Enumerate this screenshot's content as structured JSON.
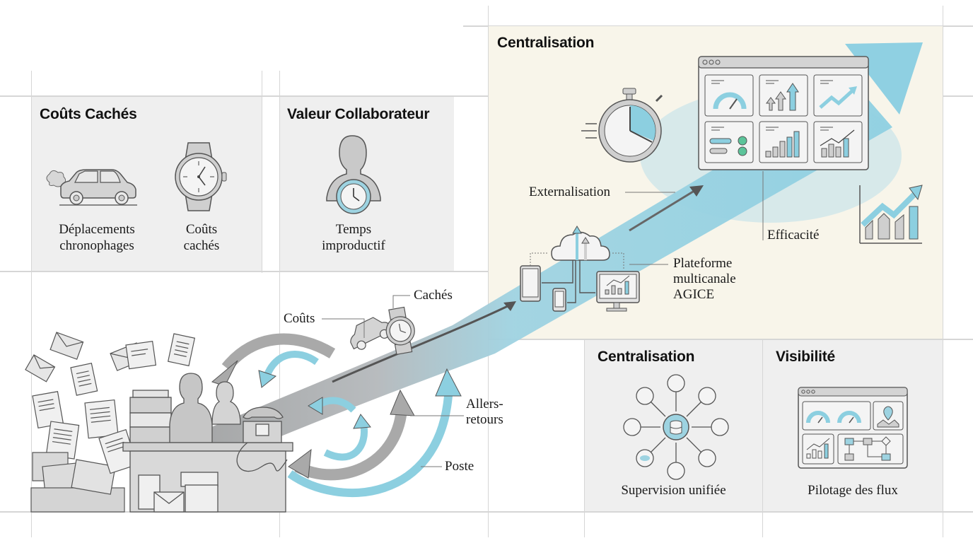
{
  "diagram": {
    "colors": {
      "accent_blue": "#8ccfe0",
      "accent_blue_dark": "#5fb3cb",
      "panel_gray": "#efefef",
      "panel_cream": "#f8f5ea",
      "line_gray": "#555555",
      "icon_gray": "#cfcfcf",
      "check_green": "#5cc49a"
    }
  },
  "panels": {
    "hidden_costs": {
      "title": "Coûts Cachés",
      "items": [
        {
          "icon": "car-icon",
          "caption_line1": "Déplacements",
          "caption_line2": "chronophages"
        },
        {
          "icon": "wristwatch-icon",
          "caption_line1": "Coûts",
          "caption_line2": "cachés"
        }
      ]
    },
    "employee_value": {
      "title": "Valeur Collaborateur",
      "item": {
        "icon": "person-clock-icon",
        "caption_line1": "Temps",
        "caption_line2": "improductif"
      }
    },
    "centralisation_top": {
      "title": "Centralisation",
      "labels": {
        "externalisation": "Externalisation",
        "efficacite": "Efficacité",
        "platform_line1": "Plateforme",
        "platform_line2": "multicanale",
        "platform_line3": "AGICE"
      }
    },
    "centralisation_bottom": {
      "title": "Centralisation",
      "caption": "Supervision unifiée"
    },
    "visibility": {
      "title": "Visibilité",
      "caption": "Pilotage des flux"
    }
  },
  "chaos_scene": {
    "labels": {
      "couts": "Coûts",
      "caches": "Cachés",
      "allers_line1": "Allers-",
      "allers_line2": "retours",
      "poste": "Poste"
    }
  }
}
